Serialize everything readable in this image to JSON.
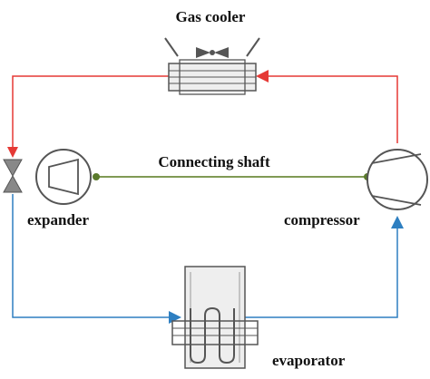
{
  "labels": {
    "gas_cooler": "Gas cooler",
    "connecting_shaft": "Connecting shaft",
    "expander": "expander",
    "compressor": "compressor",
    "evaporator": "evaporator"
  },
  "components": {
    "gas_cooler": "gas-cooler-with-fan-icon",
    "expander": "expander-icon",
    "compressor": "compressor-icon",
    "evaporator": "evaporator-coil-icon",
    "valve": "expansion-valve-icon"
  },
  "colors": {
    "high_pressure_line": "#e53935",
    "low_pressure_line": "#2e7fc1",
    "shaft_line": "#6e8b3d",
    "component_stroke": "#555555",
    "component_fill": "#eeeeee"
  }
}
